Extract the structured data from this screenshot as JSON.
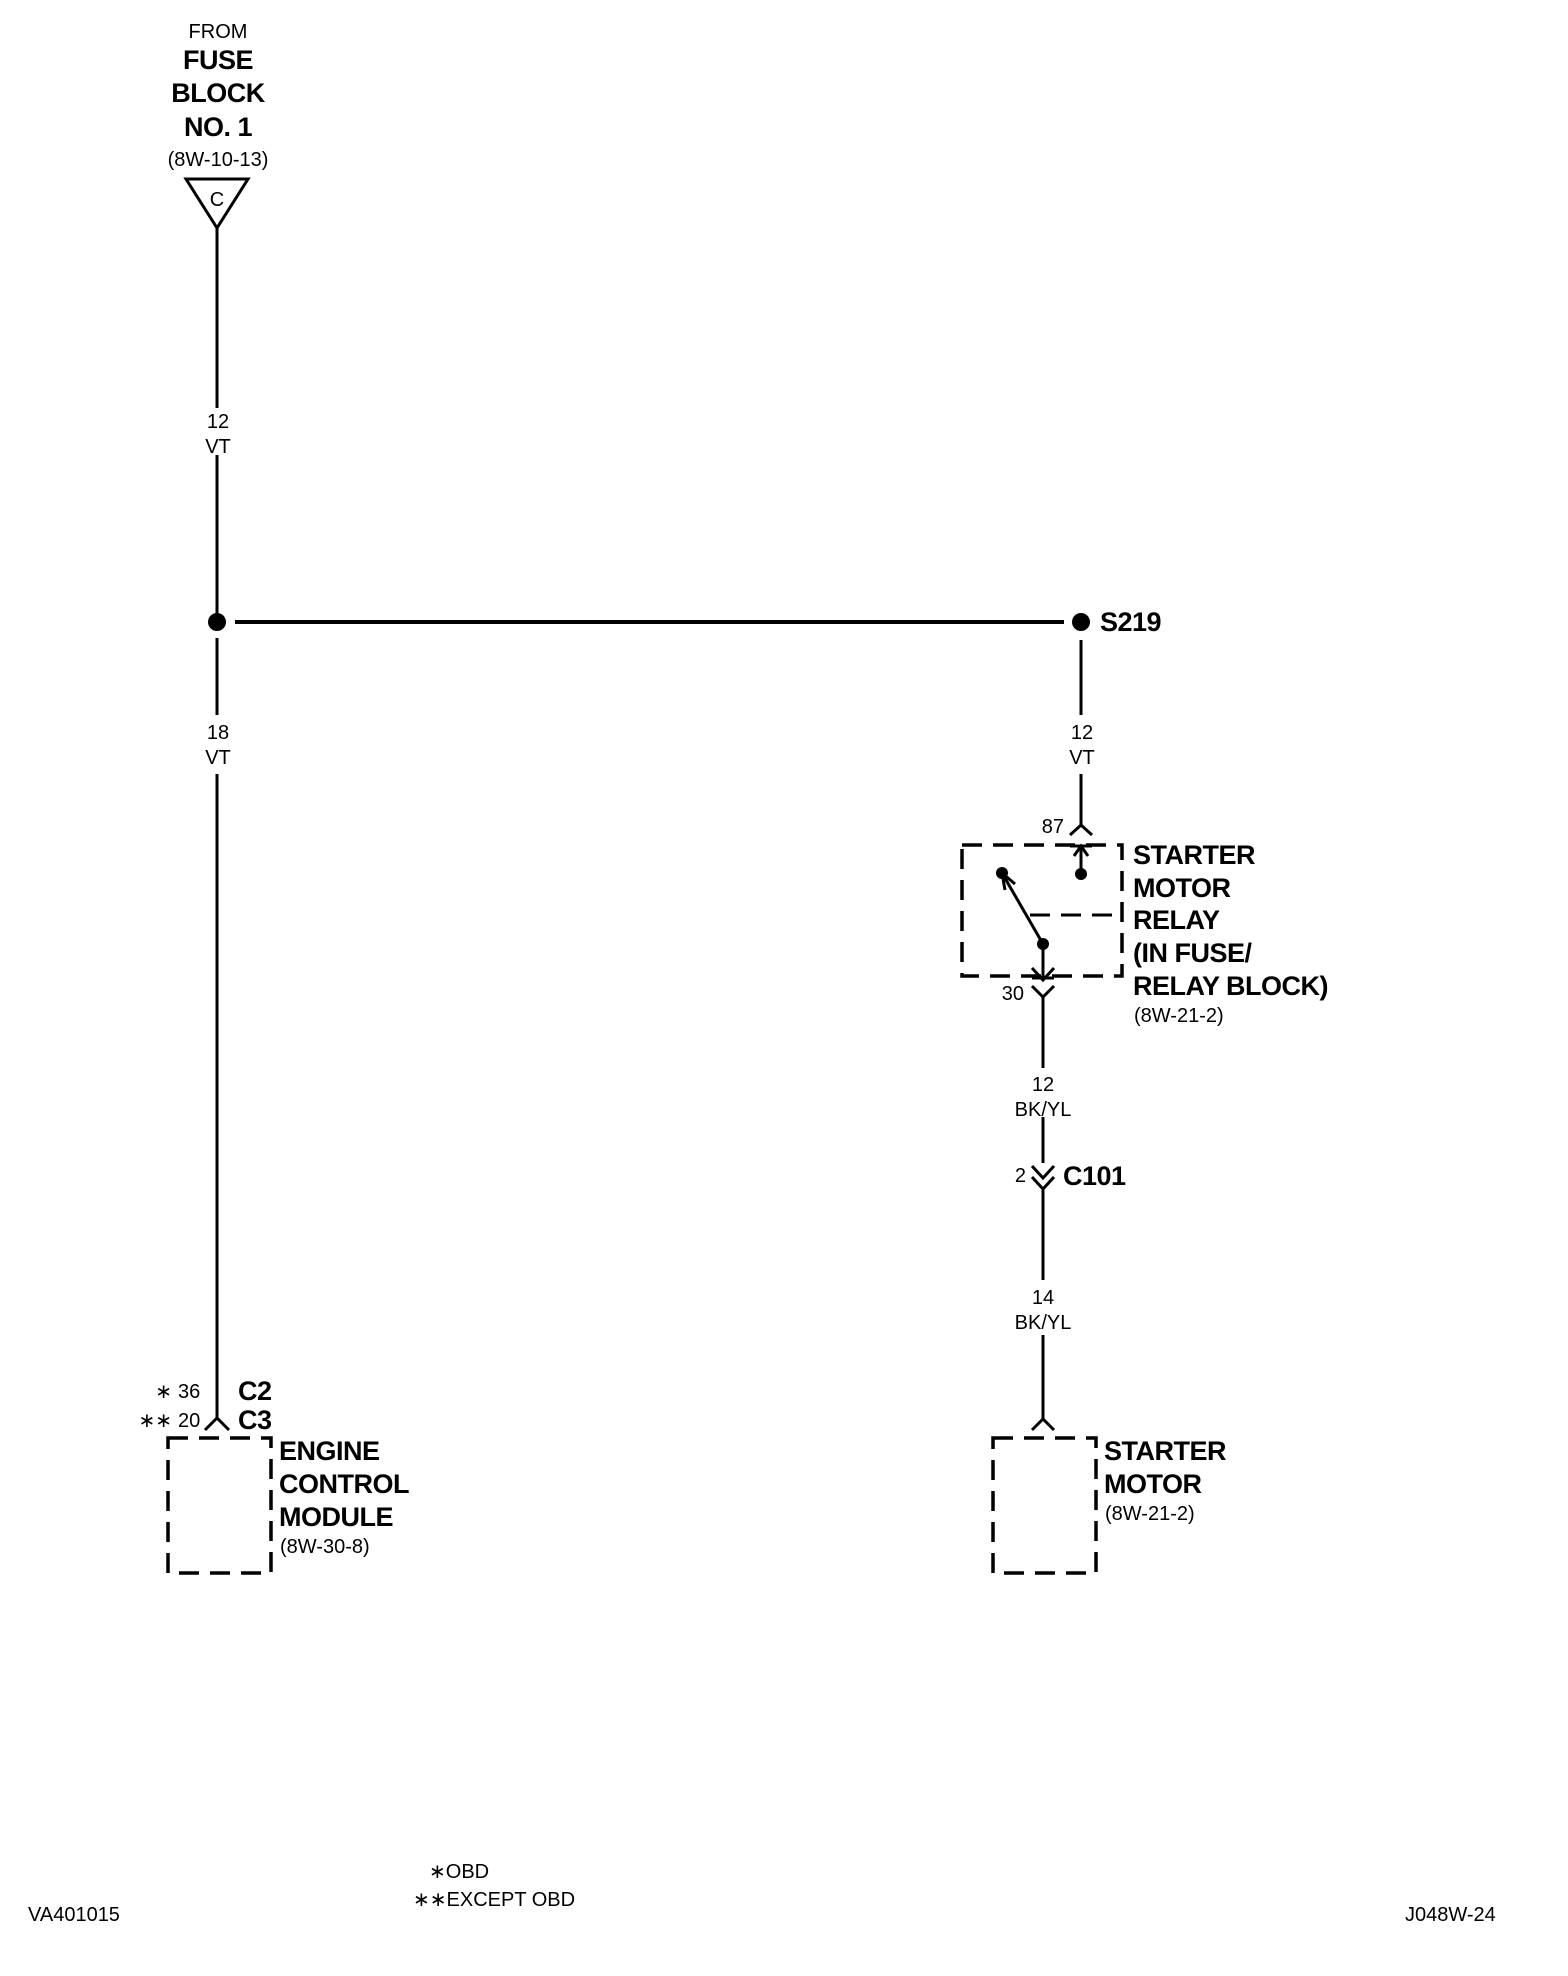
{
  "source": {
    "from": "FROM",
    "name_line1": "FUSE",
    "name_line2": "BLOCK",
    "name_line3": "NO. 1",
    "ref": "(8W-10-13)",
    "connector_letter": "C"
  },
  "wires": {
    "main": {
      "gauge": "12",
      "color": "VT"
    },
    "ecm_branch": {
      "gauge": "18",
      "color": "VT"
    },
    "relay_feed": {
      "gauge": "12",
      "color": "VT"
    },
    "relay_out": {
      "gauge": "12",
      "color": "BK/YL"
    },
    "starter_feed": {
      "gauge": "14",
      "color": "BK/YL"
    }
  },
  "splice": {
    "label": "S219"
  },
  "relay": {
    "name_line1": "STARTER",
    "name_line2": "MOTOR",
    "name_line3": "RELAY",
    "name_line4": "(IN FUSE/",
    "name_line5": "RELAY BLOCK)",
    "ref": "(8W-21-2)",
    "pin_in": "87",
    "pin_out": "30"
  },
  "connector_c101": {
    "label": "C101",
    "pin": "2"
  },
  "ecm": {
    "name_line1": "ENGINE",
    "name_line2": "CONTROL",
    "name_line3": "MODULE",
    "ref": "(8W-30-8)",
    "pin_obd": "36",
    "pin_except_obd": "20",
    "connector_obd": "C2",
    "connector_except_obd": "C3",
    "mark_obd": "∗",
    "mark_except_obd": "∗∗"
  },
  "starter": {
    "name_line1": "STARTER",
    "name_line2": "MOTOR",
    "ref": "(8W-21-2)"
  },
  "legend": {
    "obd": "∗OBD",
    "except_obd": "∗∗EXCEPT OBD"
  },
  "footer": {
    "left_code": "VA401015",
    "right_code": "J048W-24"
  }
}
